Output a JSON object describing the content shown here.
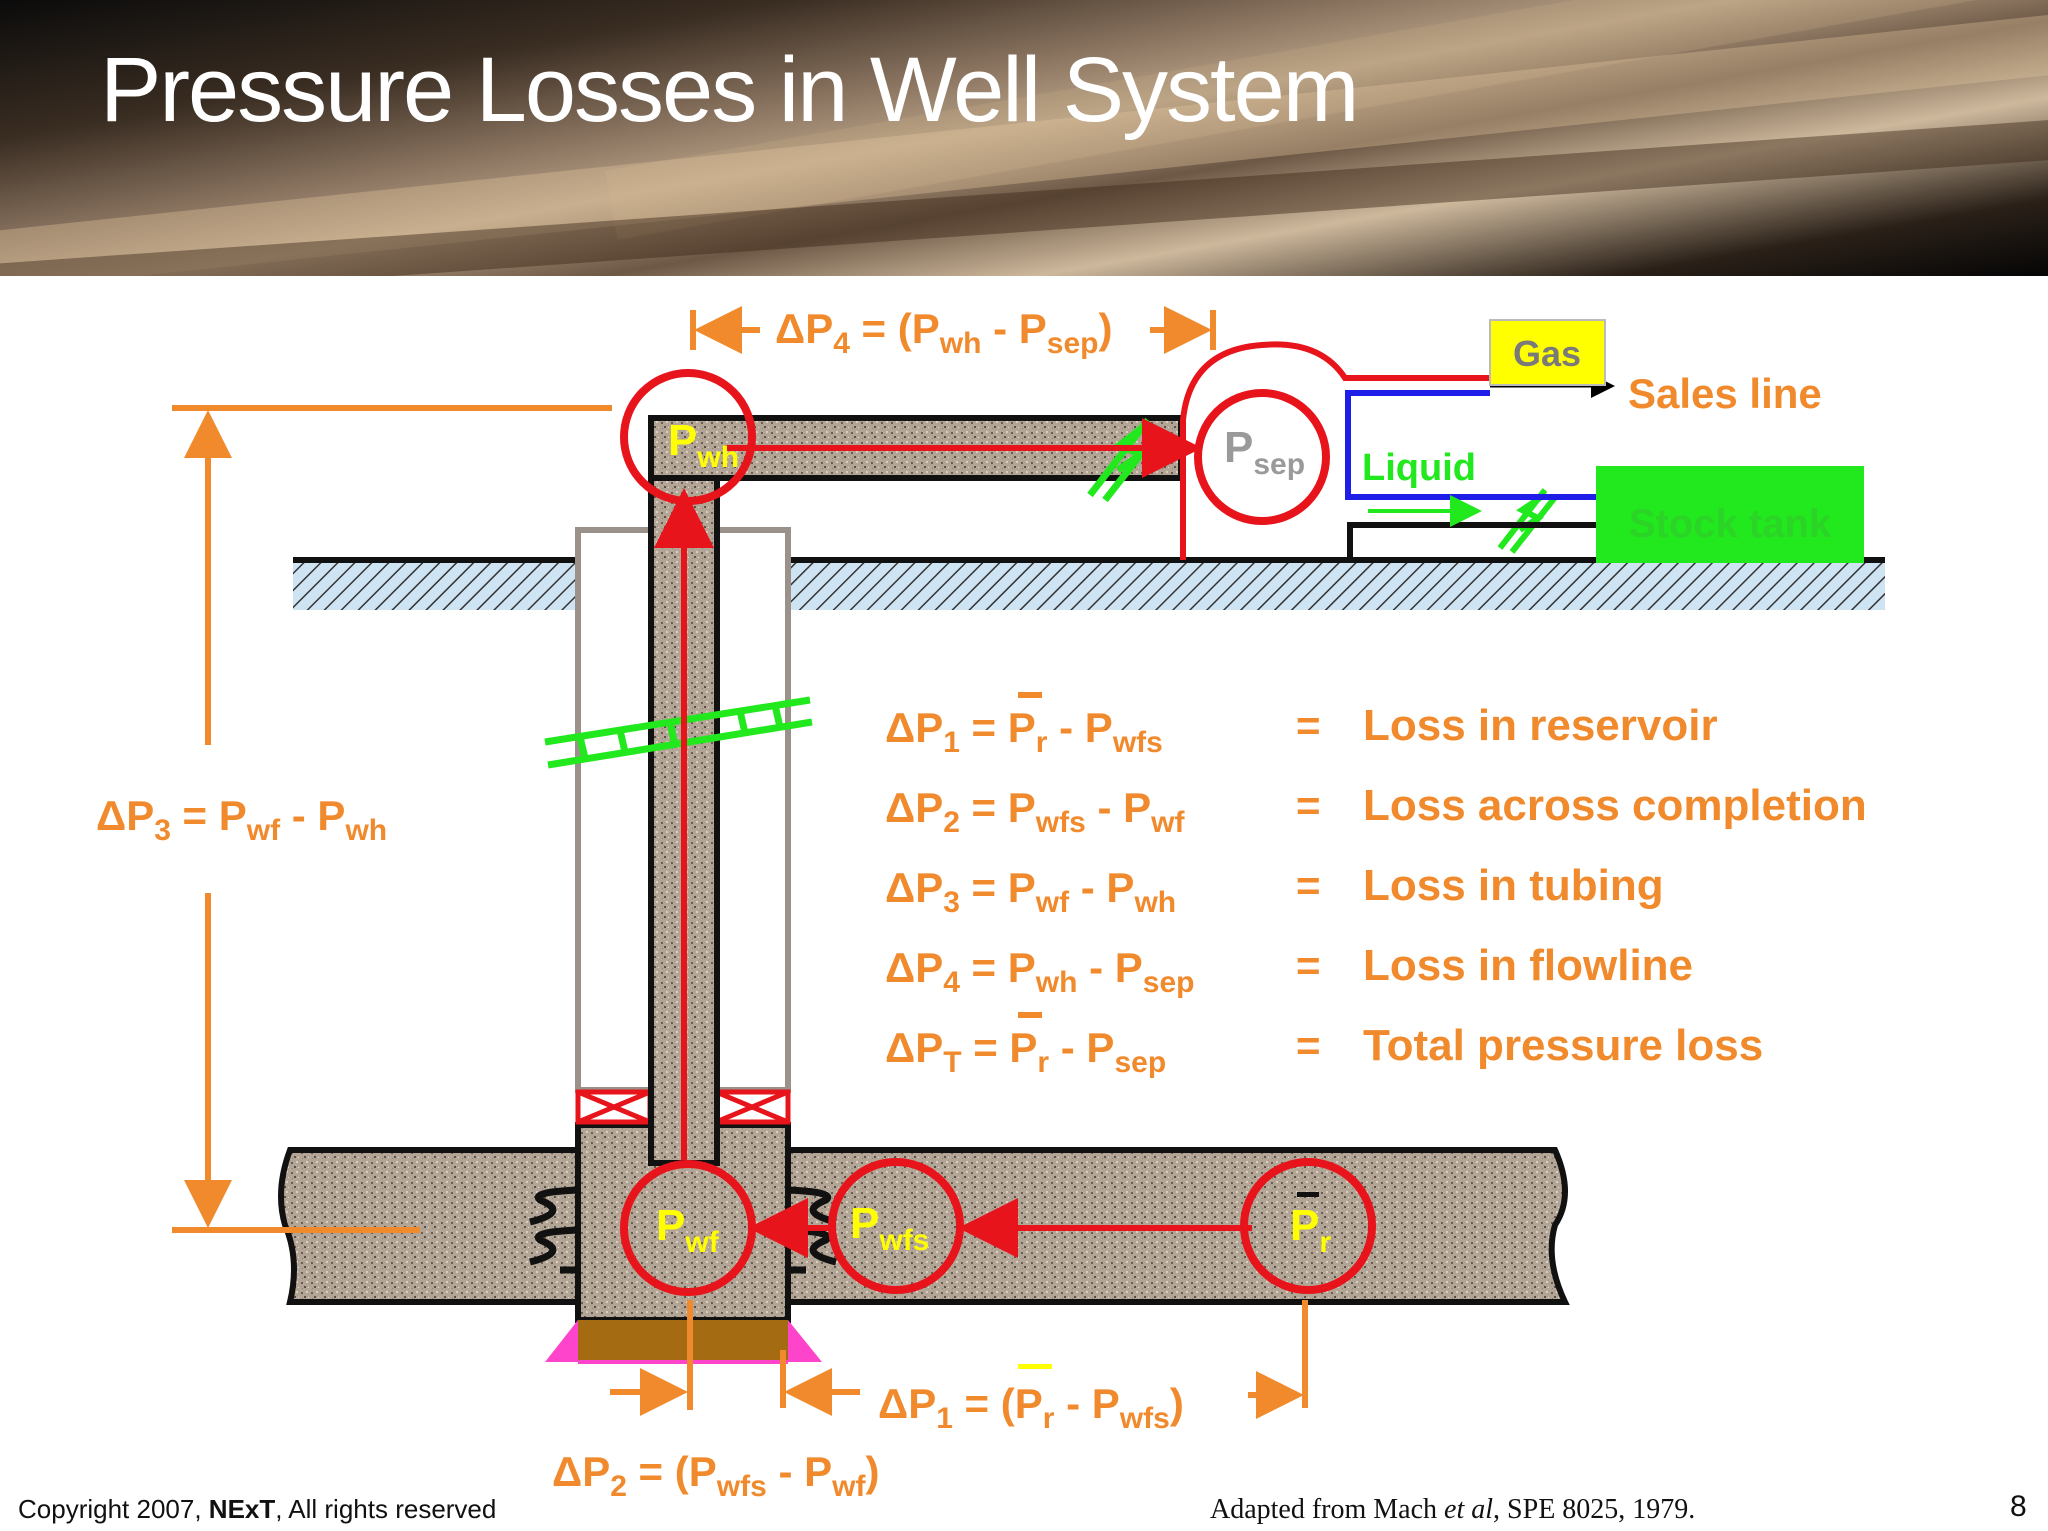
{
  "slide": {
    "title": "Pressure Losses in Well System",
    "page_number": "8"
  },
  "footer": {
    "copyright_prefix": "Copyright 2007, ",
    "copyright_brand": "NExT",
    "copyright_suffix": ", All rights reserved",
    "source_prefix": "Adapted from Mach ",
    "source_italic": "et al",
    "source_suffix": ", SPE 8025, 1979."
  },
  "labels": {
    "gas": "Gas",
    "sales_line": "Sales line",
    "liquid": "Liquid",
    "stock_tank": "Stock tank"
  },
  "pressure_points": {
    "wh": {
      "P": "P",
      "sub": "wh"
    },
    "sep": {
      "P": "P",
      "sub": "sep"
    },
    "wf": {
      "P": "P",
      "sub": "wf"
    },
    "wfs": {
      "P": "P",
      "sub": "wfs"
    },
    "r": {
      "P": "P",
      "sub": "r"
    }
  },
  "dimension_labels": {
    "dp4": {
      "d": "ΔP",
      "n": "4",
      "eq": " = (P",
      "a": "wh",
      "m": " - P",
      "b": "sep",
      "end": ")"
    },
    "dp3": {
      "d": "ΔP",
      "n": "3",
      "eq": " = P",
      "a": "wf",
      "m": " - P",
      "b": "wh",
      "end": ""
    },
    "dp1": {
      "d": "ΔP",
      "n": "1",
      "eq": " = (P",
      "a": "r",
      "m": " - P",
      "b": "wfs",
      "end": ")"
    },
    "dp2": {
      "d": "ΔP",
      "n": "2",
      "eq": " = (P",
      "a": "wfs",
      "m": " - P",
      "b": "wf",
      "end": ")"
    }
  },
  "equations": [
    {
      "d": "ΔP",
      "n": "1",
      "eq": " = P",
      "a": "r",
      "m": " - P",
      "b": "wfs",
      "equals": "=",
      "desc": "Loss in reservoir"
    },
    {
      "d": "ΔP",
      "n": "2",
      "eq": " = P",
      "a": "wfs",
      "m": " - P",
      "b": "wf",
      "equals": "=",
      "desc": "Loss across completion"
    },
    {
      "d": "ΔP",
      "n": "3",
      "eq": " = P",
      "a": "wf",
      "m": " - P",
      "b": "wh",
      "equals": "=",
      "desc": "Loss in tubing"
    },
    {
      "d": "ΔP",
      "n": "4",
      "eq": " = P",
      "a": "wh",
      "m": " - P",
      "b": "sep",
      "equals": "=",
      "desc": "Loss in flowline"
    },
    {
      "d": "ΔP",
      "n": "T",
      "eq": " = P",
      "a": "r",
      "m": " - P",
      "b": "sep",
      "equals": "=",
      "desc": "Total pressure loss"
    }
  ],
  "colors": {
    "orange": "#F08A2C",
    "red": "#E8141B",
    "yellow": "#FFFF00",
    "green": "#22E81E",
    "blue": "#1E1EE8",
    "rock": "#B1A394"
  }
}
